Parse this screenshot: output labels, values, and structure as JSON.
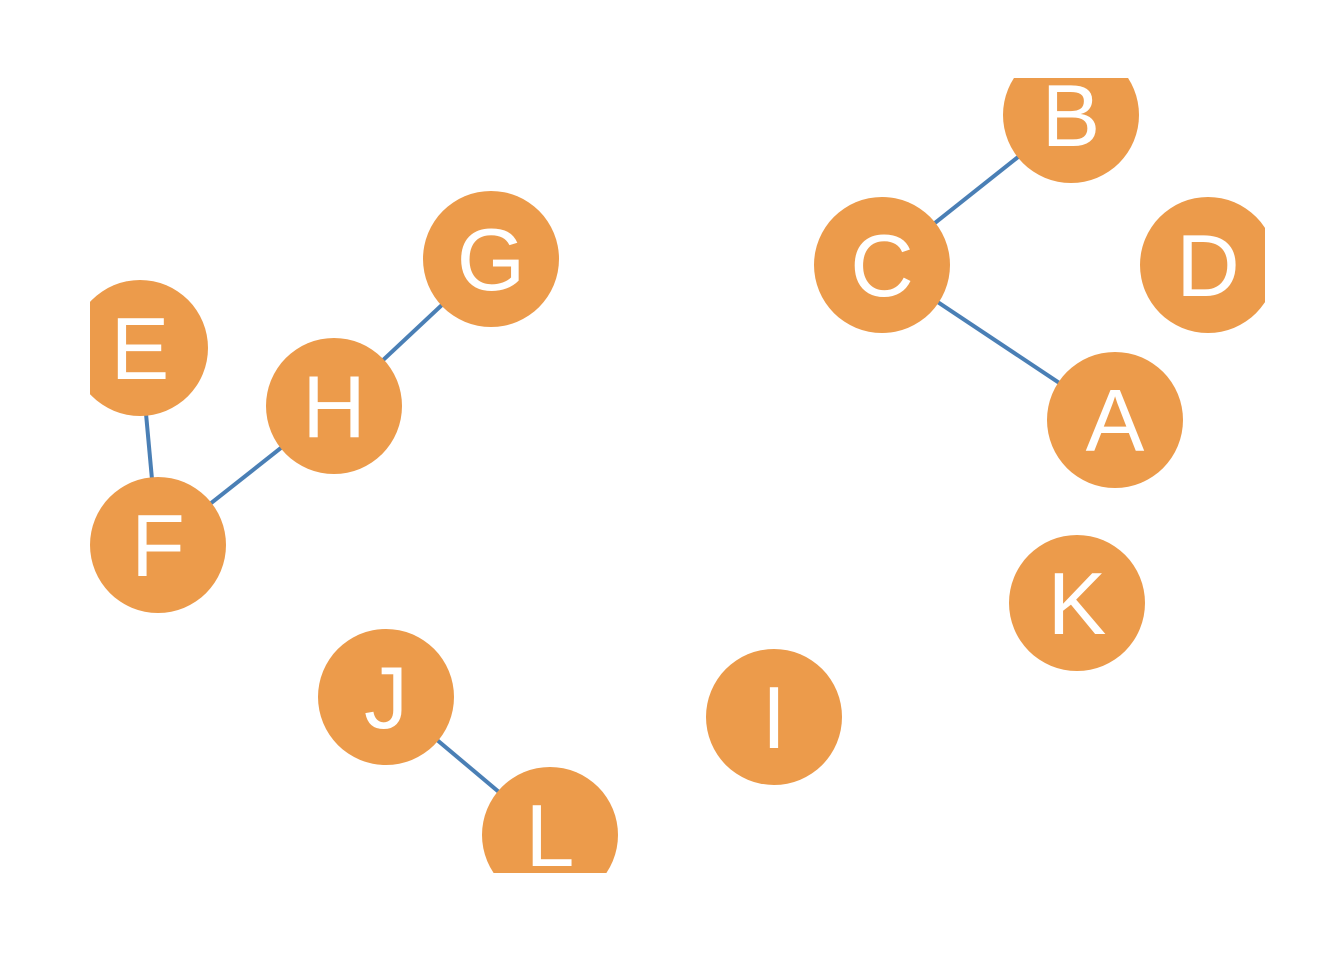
{
  "colors": {
    "node_fill": "#EC9B4B",
    "edge_stroke": "#4A7FB5",
    "label": "#FFFFFF",
    "background": "#FFFFFF"
  },
  "nodes": [
    {
      "id": "A",
      "label": "A"
    },
    {
      "id": "B",
      "label": "B"
    },
    {
      "id": "C",
      "label": "C"
    },
    {
      "id": "D",
      "label": "D"
    },
    {
      "id": "E",
      "label": "E"
    },
    {
      "id": "F",
      "label": "F"
    },
    {
      "id": "G",
      "label": "G"
    },
    {
      "id": "H",
      "label": "H"
    },
    {
      "id": "I",
      "label": "I"
    },
    {
      "id": "J",
      "label": "J"
    },
    {
      "id": "K",
      "label": "K"
    },
    {
      "id": "L",
      "label": "L"
    }
  ],
  "edges": [
    {
      "source": "B",
      "target": "C"
    },
    {
      "source": "C",
      "target": "A"
    },
    {
      "source": "G",
      "target": "H"
    },
    {
      "source": "H",
      "target": "F"
    },
    {
      "source": "E",
      "target": "F"
    },
    {
      "source": "J",
      "target": "L"
    }
  ]
}
